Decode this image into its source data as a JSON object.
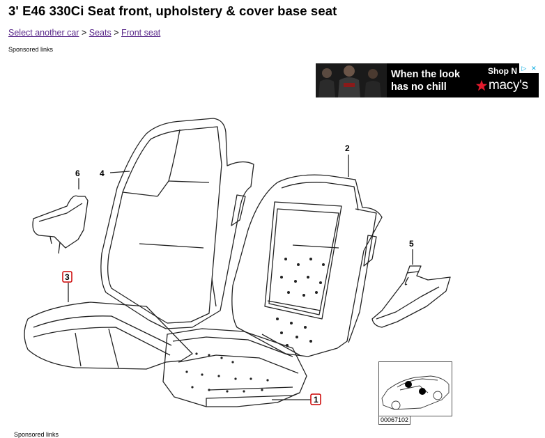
{
  "page": {
    "title": "3' E46 330Ci Seat front, upholstery & cover base seat"
  },
  "breadcrumb": {
    "items": [
      {
        "label": "Select another car"
      },
      {
        "label": "Seats"
      },
      {
        "label": "Front seat"
      }
    ],
    "separator": ">"
  },
  "sponsored": {
    "top": "Sponsored links",
    "bottom": "Sponsored links"
  },
  "ad": {
    "headline": "When the look has no chill",
    "shop": "Shop N",
    "brand": "macy's",
    "adchoices_icon": "play-triangle-icon",
    "close_icon": "close-x-icon",
    "background_color": "#000000",
    "star_color": "#e21a2c"
  },
  "diagram": {
    "parts": [
      {
        "number": "1",
        "highlighted": true
      },
      {
        "number": "2",
        "highlighted": false
      },
      {
        "number": "3",
        "highlighted": true
      },
      {
        "number": "4",
        "highlighted": false
      },
      {
        "number": "5",
        "highlighted": false
      },
      {
        "number": "6",
        "highlighted": false
      }
    ],
    "highlight_color": "#cc0000",
    "thumbnail_code": "00067102"
  }
}
